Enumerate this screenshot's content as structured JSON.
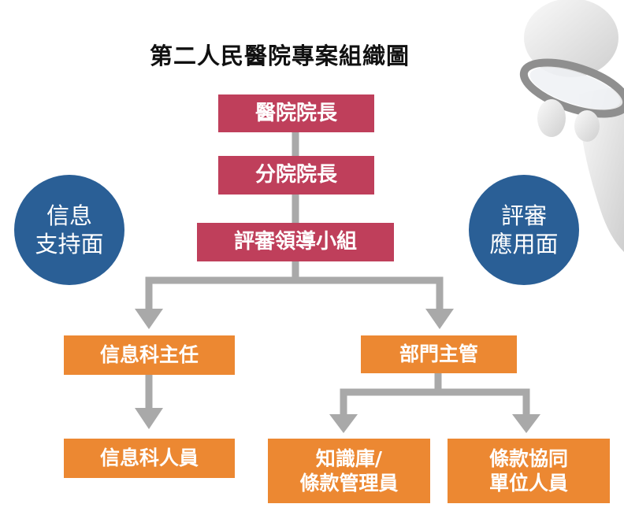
{
  "title": "第二人民醫院專案組織圖",
  "leadership": {
    "president": "醫院院長",
    "branch_president": "分院院長",
    "steering_group": "評審領導小組"
  },
  "left_circle": {
    "line1": "信息",
    "line2": "支持面"
  },
  "right_circle": {
    "line1": "評審",
    "line2": "應用面"
  },
  "left_branch": {
    "head": "信息科主任",
    "staff": "信息科人員"
  },
  "right_branch": {
    "head": "部門主管",
    "knowledge_base": {
      "line1": "知識庫/",
      "line2": "條款管理員"
    },
    "coordinators": {
      "line1": "條款協同",
      "line2": "單位人員"
    }
  },
  "colors": {
    "leadership_box": "#bf3f5b",
    "department_box": "#ec8832",
    "circle": "#2a5f96",
    "connector": "#a9a9a9"
  }
}
